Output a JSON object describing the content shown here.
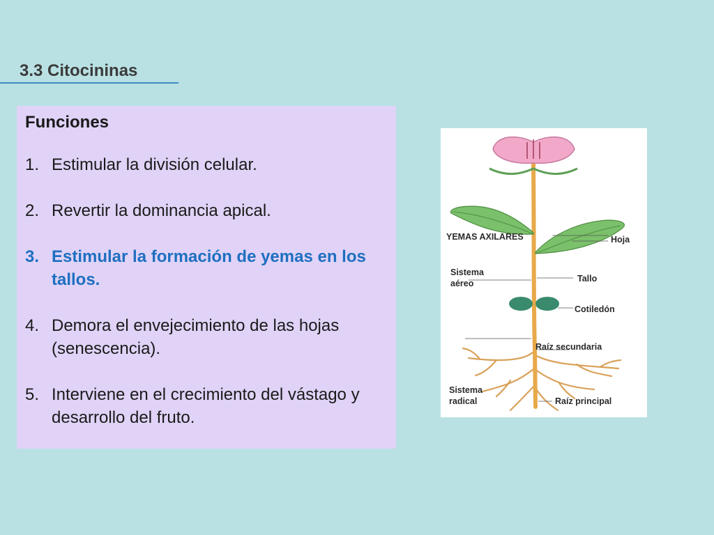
{
  "title": "3.3  Citocininas",
  "panel": {
    "heading": "Funciones",
    "items": [
      {
        "num": "1.",
        "text": "Estimular la división celular."
      },
      {
        "num": "2.",
        "text": "Revertir la dominancia apical."
      },
      {
        "num": "3.",
        "text": "Estimular la formación de yemas en los tallos."
      },
      {
        "num": "4.",
        "text": "Demora el envejecimiento de las hojas (senescencia)."
      },
      {
        "num": "5.",
        "text": "Interviene en el crecimiento del vástago y desarrollo del fruto."
      }
    ]
  },
  "figure": {
    "labels": {
      "yemas": "YEMAS AXILARES",
      "hoja": "Hoja",
      "sistema_aereo_1": "Sistema",
      "sistema_aereo_2": "aéreo",
      "tallo": "Tallo",
      "cotiledon": "Cotiledón",
      "raiz_secundaria": "Raíz secundaria",
      "sistema_radical_1": "Sistema",
      "sistema_radical_2": "radical",
      "raiz_principal": "Raíz principal"
    }
  },
  "colors": {
    "background": "#b9e1e3",
    "panel": "#e0d3f7",
    "highlight": "#1f6fc0",
    "title_rule": "#3d8bc4"
  }
}
